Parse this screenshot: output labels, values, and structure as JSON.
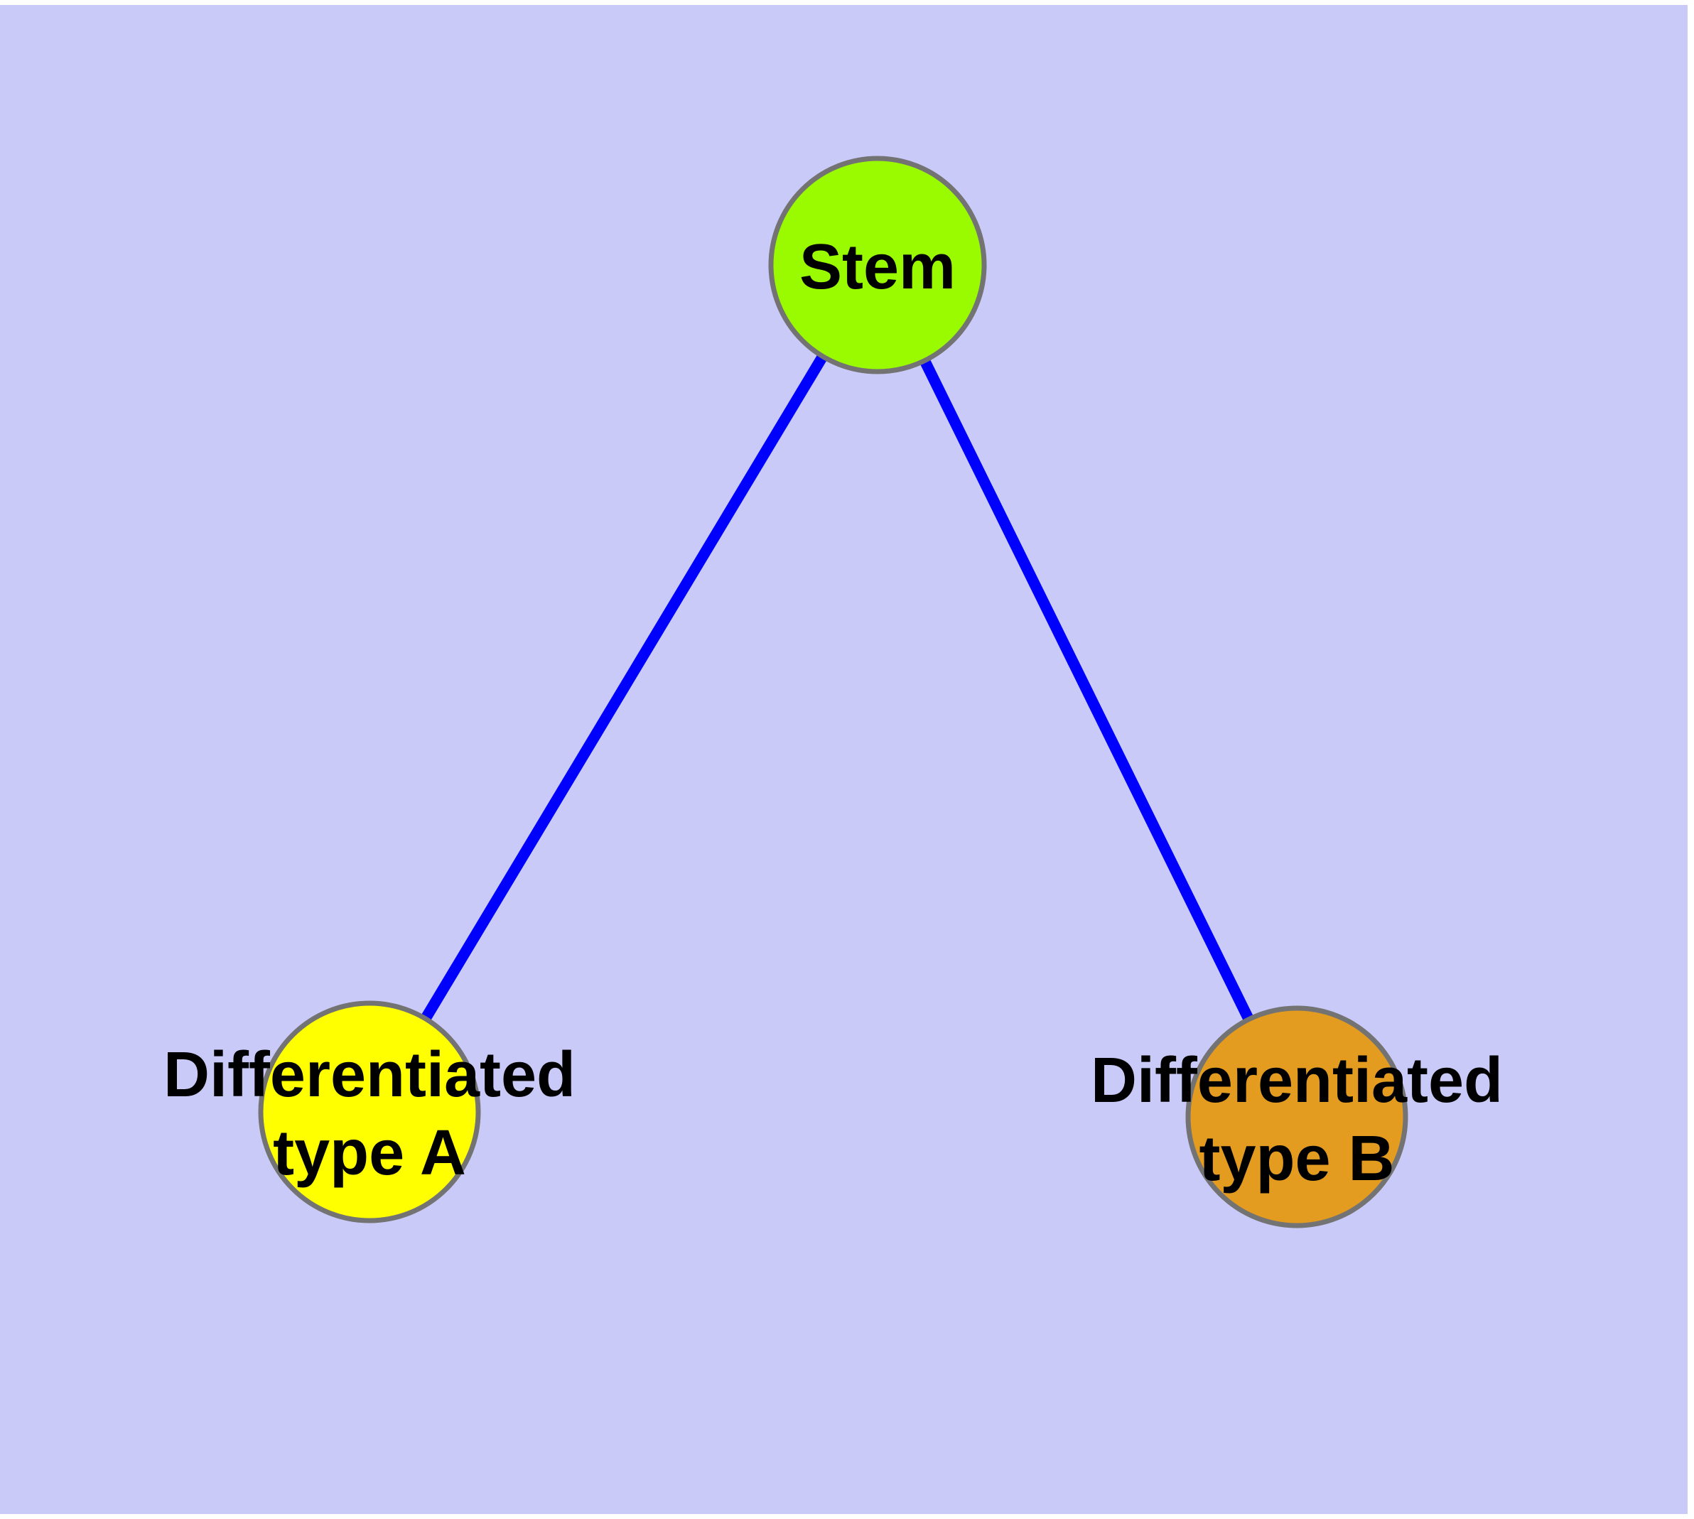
{
  "diagram": {
    "background_color": "#CACAF8",
    "page_color": "#FFFFFF",
    "node_border_color": "#737373",
    "text_color": "#000000",
    "nodes": [
      {
        "id": "stem",
        "label_lines": {
          "0": "Stem"
        },
        "fill": "#9AFB00"
      },
      {
        "id": "differentiated-type-a",
        "label_lines": {
          "0": "Differentiated",
          "1": "type A"
        },
        "fill": "#FFFF00"
      },
      {
        "id": "differentiated-type-b",
        "label_lines": {
          "0": "Differentiated",
          "1": "type B"
        },
        "fill": "#E39B20"
      }
    ],
    "edges": [
      {
        "from": "Stem",
        "to": "Differentiated type A",
        "color": "#0000FF"
      },
      {
        "from": "Stem",
        "to": "Differentiated type B",
        "color": "#0000FF"
      }
    ]
  }
}
